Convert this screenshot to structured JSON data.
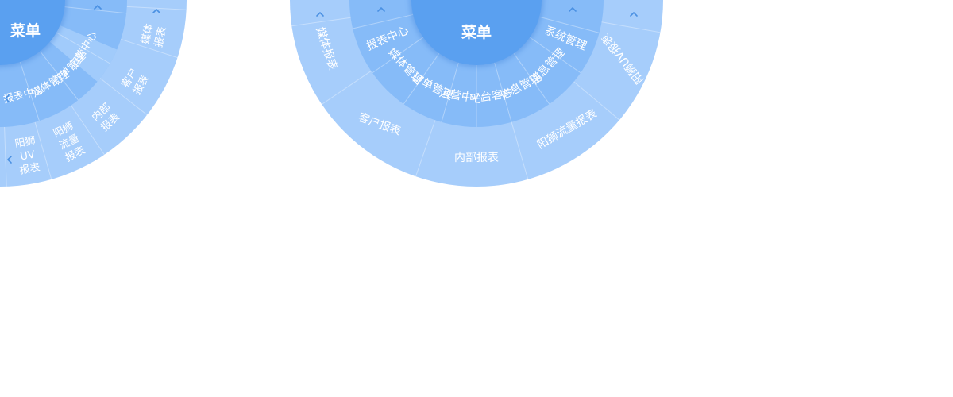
{
  "menu_left": {
    "center": "菜单",
    "inner_items": [
      "运营中心",
      "订单管理",
      "媒体管理",
      "报表中心"
    ],
    "outer_items": [
      "媒体报表",
      "客户报表",
      "内部报表",
      "阳狮流量报表",
      "阳狮UV报表"
    ],
    "outer_lines": [
      [
        "媒体",
        "报表"
      ],
      [
        "客户",
        "报表"
      ],
      [
        "内部",
        "报表"
      ],
      [
        "阳狮",
        "流量",
        "报表"
      ],
      [
        "阳狮",
        "UV",
        "报表"
      ]
    ]
  },
  "menu_right": {
    "center": "菜单",
    "inner_items": [
      "报表中心",
      "媒体管理",
      "订单管理",
      "运营中心",
      "平台客户",
      "信息管理",
      "消息管理",
      "系统管理"
    ],
    "outer_items": [
      "媒体报表",
      "客户报表",
      "内部报表",
      "阳狮流量报表",
      "阳狮UV报表"
    ]
  },
  "colors": {
    "outer_ring": "#a6cdfb",
    "middle_ring": "#86bbf8",
    "center_disc": "#5aa0f0",
    "highlight": "#b8d8fd",
    "label": "#ffffff",
    "chevron": "#4a90e2"
  },
  "icons": [
    "chevron-up-icon",
    "chevron-left-icon"
  ]
}
